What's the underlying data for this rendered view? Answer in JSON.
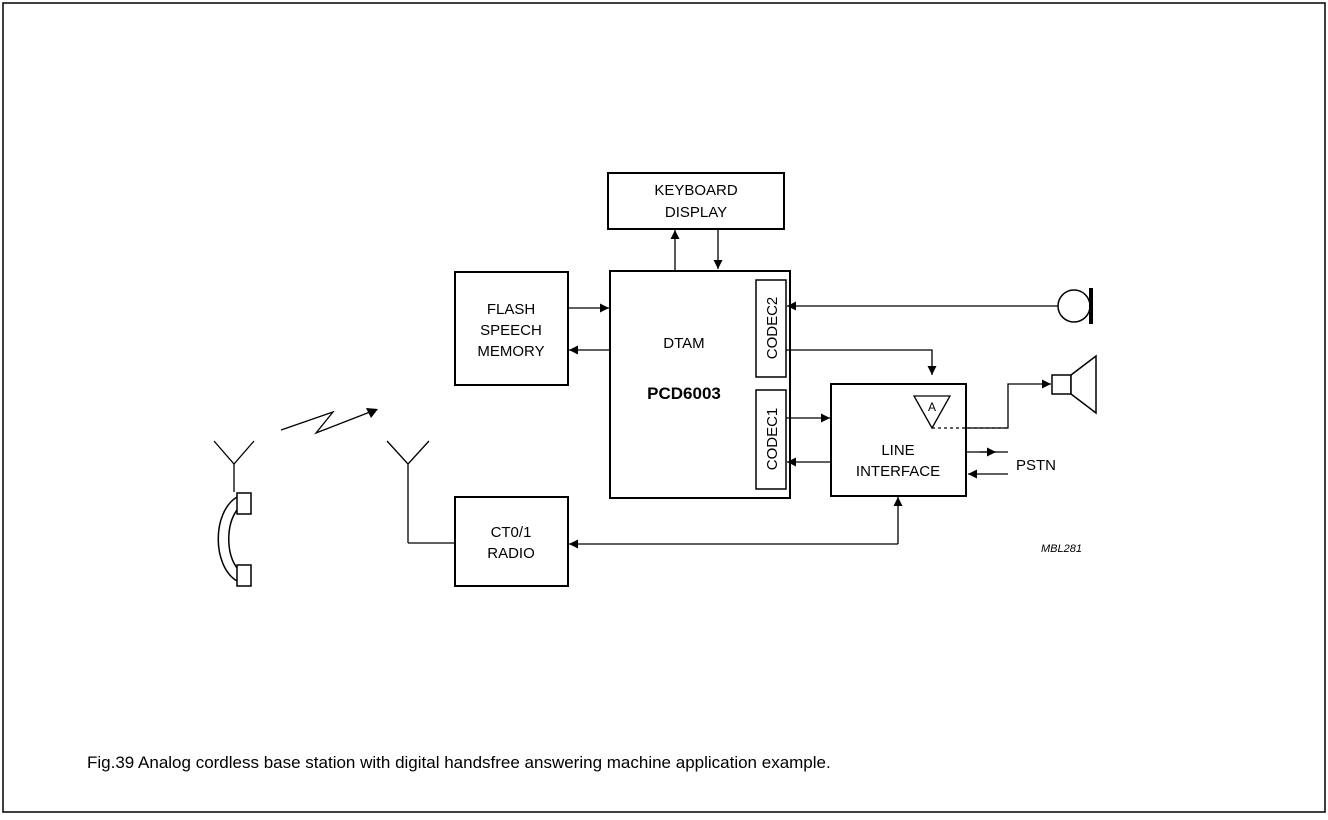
{
  "figure": {
    "caption": "Fig.39  Analog cordless base station with digital handsfree answering machine application example.",
    "reference_code": "MBL281"
  },
  "blocks": {
    "keyboard_display": {
      "line1": "KEYBOARD",
      "line2": "DISPLAY"
    },
    "flash_memory": {
      "line1": "FLASH",
      "line2": "SPEECH",
      "line3": "MEMORY"
    },
    "dtam": {
      "label": "DTAM",
      "part_number": "PCD6003"
    },
    "codec2": {
      "label": "CODEC2"
    },
    "codec1": {
      "label": "CODEC1"
    },
    "line_interface": {
      "line1": "LINE",
      "line2": "INTERFACE",
      "amplifier_label": "A"
    },
    "radio": {
      "line1": "CT0/1",
      "line2": "RADIO"
    }
  },
  "connections": {
    "pstn_label": "PSTN"
  },
  "icons": [
    "antenna-icon",
    "handset-icon",
    "microphone-icon",
    "loudspeaker-icon",
    "radio-link-icon",
    "amplifier-icon"
  ]
}
